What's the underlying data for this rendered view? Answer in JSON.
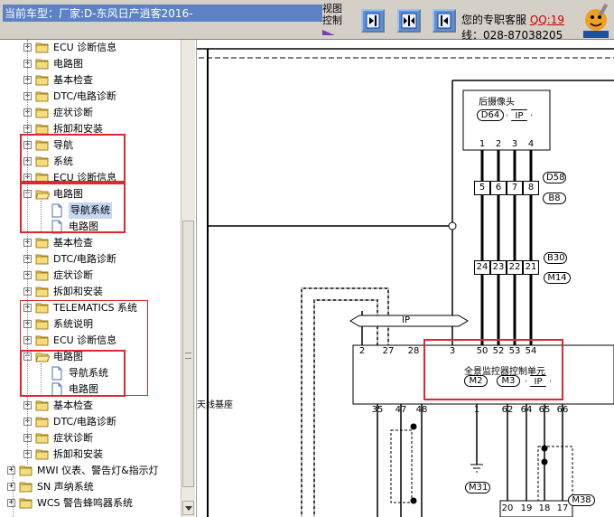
{
  "header": {
    "car_label": "当前车型：厂家:D-东风日产逍客2016-",
    "view_control": [
      "视图",
      "控制"
    ],
    "support_line1": "您的专职客服 ",
    "support_qq": "QQ:19",
    "support_line2": "线：028-87038205",
    "nav_buttons": [
      "show-panel",
      "split-view",
      "hide-panel"
    ]
  },
  "tree": {
    "items": [
      {
        "label": "ECU 诊断信息",
        "kind": "folder",
        "expanded": false
      },
      {
        "label": "电路图",
        "kind": "folder",
        "expanded": false
      },
      {
        "label": "基本检查",
        "kind": "folder",
        "expanded": false
      },
      {
        "label": "DTC/电路诊断",
        "kind": "folder",
        "expanded": false
      },
      {
        "label": "症状诊断",
        "kind": "folder",
        "expanded": false
      },
      {
        "label": "拆卸和安装",
        "kind": "folder",
        "expanded": false
      },
      {
        "label": "导航",
        "kind": "folder",
        "expanded": false
      },
      {
        "label": "系统",
        "kind": "folder",
        "expanded": false
      },
      {
        "label": "ECU 诊断信息",
        "kind": "folder",
        "expanded": false
      },
      {
        "label": "电路图",
        "kind": "folder",
        "expanded": true
      },
      {
        "label": "导航系统",
        "kind": "doc",
        "selected": true
      },
      {
        "label": "电路图",
        "kind": "doc",
        "selected": false
      },
      {
        "label": "基本检查",
        "kind": "folder",
        "expanded": false
      },
      {
        "label": "DTC/电路诊断",
        "kind": "folder",
        "expanded": false
      },
      {
        "label": "症状诊断",
        "kind": "folder",
        "expanded": false
      },
      {
        "label": "拆卸和安装",
        "kind": "folder",
        "expanded": false
      },
      {
        "label": "TELEMATICS 系统",
        "kind": "folder",
        "expanded": false
      },
      {
        "label": "系统说明",
        "kind": "folder",
        "expanded": false
      },
      {
        "label": "ECU 诊断信息",
        "kind": "folder",
        "expanded": false
      },
      {
        "label": "电路图",
        "kind": "folder",
        "expanded": true
      },
      {
        "label": "导航系统",
        "kind": "doc",
        "selected": false
      },
      {
        "label": "电路图",
        "kind": "doc",
        "selected": false
      },
      {
        "label": "基本检查",
        "kind": "folder",
        "expanded": false
      },
      {
        "label": "DTC/电路诊断",
        "kind": "folder",
        "expanded": false
      },
      {
        "label": "症状诊断",
        "kind": "folder",
        "expanded": false
      },
      {
        "label": "拆卸和安装",
        "kind": "folder",
        "expanded": false
      },
      {
        "label": "MWI 仪表、警告灯&指示灯",
        "kind": "folder",
        "expanded": false
      },
      {
        "label": "SN 声纳系统",
        "kind": "folder",
        "expanded": false
      },
      {
        "label": "WCS 警告蜂鸣器系统",
        "kind": "folder",
        "expanded": false
      }
    ]
  },
  "diagram": {
    "camera_title": "后摄像头",
    "camera_connector": "D64",
    "camera_ip": "IP",
    "camera_pins": [
      "1",
      "2",
      "3",
      "4"
    ],
    "conn1_pins": [
      "5",
      "6",
      "7",
      "8"
    ],
    "conn1_tags": [
      "D58",
      "B8"
    ],
    "conn2_pins": [
      "24",
      "23",
      "22",
      "21"
    ],
    "conn2_tags": [
      "B30",
      "M14"
    ],
    "harness_label": "IP",
    "unit_top_pins": [
      "2",
      "27",
      "28",
      "3",
      "50",
      "52",
      "53",
      "54"
    ],
    "unit_title": "全景监控器控制单元",
    "unit_connectors": [
      "M2",
      "M3",
      "IP"
    ],
    "unit_bottom_pins": [
      "35",
      "47",
      "48",
      "1",
      "62",
      "64",
      "65",
      "66"
    ],
    "antenna_label": "天线基座",
    "ground_tag": "M31",
    "bottom_tag": "M38",
    "bottom_pins": [
      "20",
      "19",
      "18",
      "17"
    ]
  }
}
